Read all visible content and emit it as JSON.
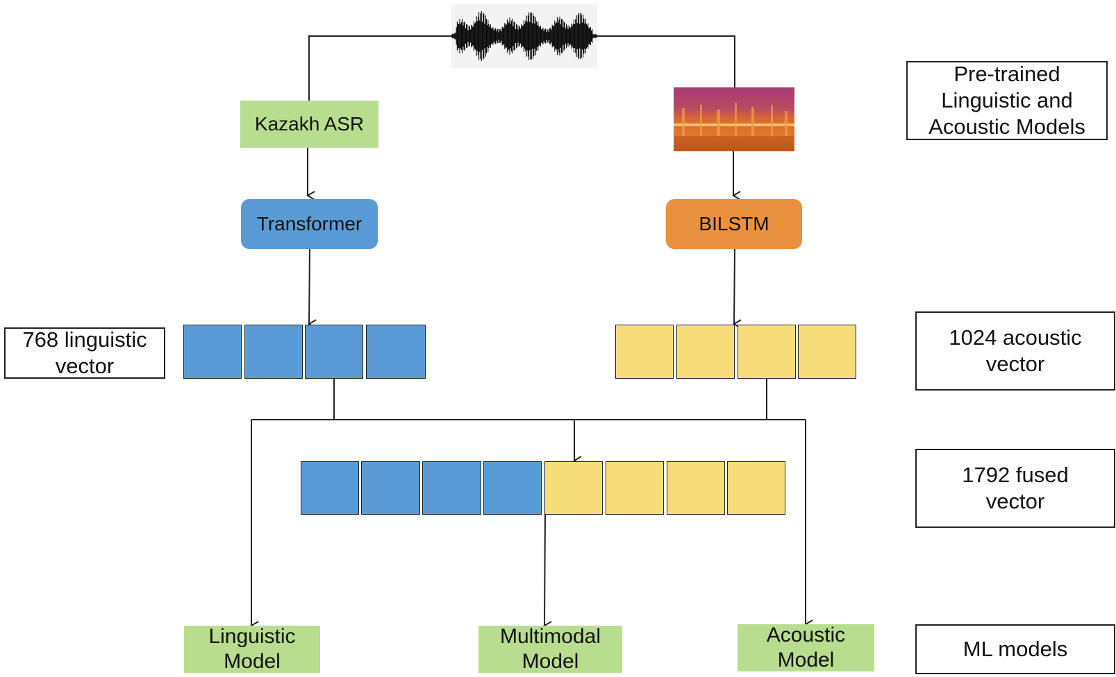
{
  "colors": {
    "asr_green": "#b8dd8f",
    "transformer_blue": "#5b9bd5",
    "bilstm_orange": "#ea913f",
    "linguistic_cell": "#5b9bd5",
    "acoustic_cell": "#f7dc7a",
    "model_green": "#b8dd8f"
  },
  "input": {
    "waveform_icon": "audio-waveform-icon",
    "spectrogram_icon": "spectrogram-icon"
  },
  "nodes": {
    "kazakh_asr": "Kazakh ASR",
    "transformer": "Transformer",
    "bilstm": "BILSTM"
  },
  "vectors": {
    "linguistic_cells": 4,
    "acoustic_cells": 4,
    "fused_linguistic_cells": 4,
    "fused_acoustic_cells": 4
  },
  "labels": {
    "pretrained": "Pre-trained Linguistic and Acoustic Models",
    "linguistic_vector": "768 linguistic vector",
    "acoustic_vector": "1024 acoustic vector",
    "fused_vector": "1792 fused vector",
    "ml_models": "ML models"
  },
  "models": {
    "linguistic": "Linguistic Model",
    "multimodal": "Multimodal Model",
    "acoustic": "Acoustic Model"
  }
}
